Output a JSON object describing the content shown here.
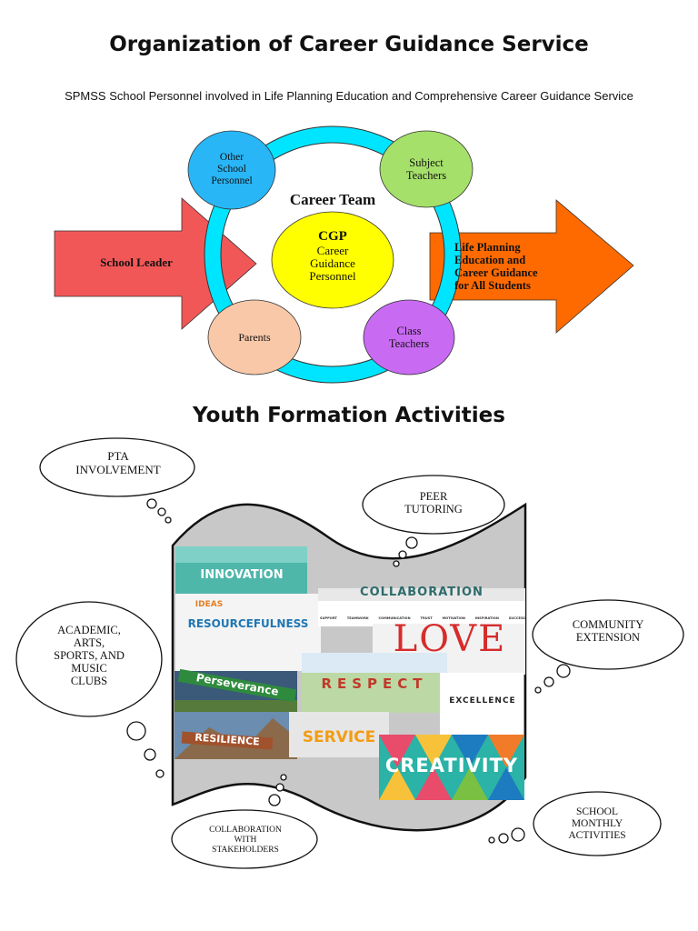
{
  "title": "Organization of Career Guidance Service",
  "subtitle": "SPMSS School Personnel involved in Life Planning Education and Comprehensive Career Guidance Service",
  "org_chart": {
    "left_arrow_label": "School Leader",
    "right_arrow_label": [
      "Life Planning",
      "Education and",
      "Career Guidance",
      "for All Students"
    ],
    "ring_label": "Career Team",
    "center": {
      "abbr": "CGP",
      "lines": [
        "Career",
        "Guidance",
        "Personnel"
      ]
    },
    "nodes": [
      {
        "lines": [
          "Other",
          "School",
          "Personnel"
        ],
        "color": "#29b6f6"
      },
      {
        "lines": [
          "Subject",
          "Teachers"
        ],
        "color": "#a5e06a"
      },
      {
        "lines": [
          "Parents"
        ],
        "color": "#f8c8a8"
      },
      {
        "lines": [
          "Class",
          "Teachers"
        ],
        "color": "#c86bf2"
      }
    ],
    "colors": {
      "left_arrow": "#f25757",
      "right_arrow": "#ff6a00",
      "ring": "#00e5ff",
      "center": "#ffff00"
    }
  },
  "youth_section": {
    "title": "Youth Formation Activities",
    "clouds": [
      {
        "lines": [
          "PTA",
          "INVOLVEMENT"
        ]
      },
      {
        "lines": [
          "PEER",
          "TUTORING"
        ]
      },
      {
        "lines": [
          "ACADEMIC,",
          "ARTS,",
          "SPORTS, AND",
          "MUSIC",
          "CLUBS"
        ]
      },
      {
        "lines": [
          "COMMUNITY",
          "EXTENSION"
        ]
      },
      {
        "lines": [
          "COLLABORATION",
          "WITH",
          "STAKEHOLDERS"
        ]
      },
      {
        "lines": [
          "SCHOOL",
          "MONTHLY",
          "ACTIVITIES"
        ]
      }
    ],
    "collage_words": {
      "innovation": "INNOVATION",
      "collaboration": "COLLABORATION",
      "resourcefulness": "RESOURCEFULNESS",
      "love": "LOVE",
      "perseverance": "Perseverance",
      "respect": "RESPECT",
      "excellence": "EXCELLENCE",
      "resilience": "RESILIENCE",
      "service": "SERVICE",
      "creativity": "CREATIVITY",
      "ideas": "IDEAS",
      "collab_icons": [
        "SUPPORT",
        "TEAMWORK",
        "COMMUNICATION",
        "TRUST",
        "MOTIVATION",
        "INSPIRATION",
        "SUCCESS"
      ]
    }
  }
}
